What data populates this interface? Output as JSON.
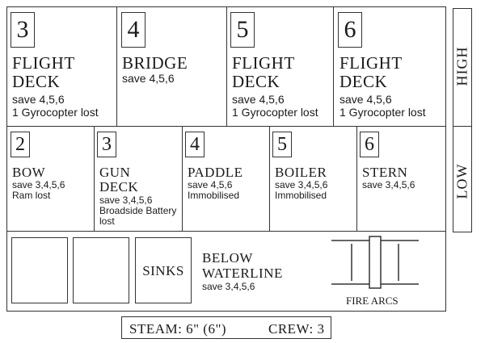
{
  "flight_deck_row": [
    {
      "number": "3",
      "title_line1": "FLIGHT",
      "title_line2": "DECK",
      "save": "save 4,5,6",
      "note": "1 Gyrocopter lost"
    },
    {
      "number": "4",
      "title_line1": "BRIDGE",
      "save": "save 4,5,6"
    },
    {
      "number": "5",
      "title_line1": "FLIGHT",
      "title_line2": "DECK",
      "save": "save 4,5,6",
      "note": "1 Gyrocopter lost"
    },
    {
      "number": "6",
      "title_line1": "FLIGHT",
      "title_line2": "DECK",
      "save": "save 4,5,6",
      "note": "1 Gyrocopter lost"
    }
  ],
  "hull_row": [
    {
      "number": "2",
      "title_line1": "BOW",
      "save": "save 3,4,5,6",
      "note": "Ram lost"
    },
    {
      "number": "3",
      "title_line1": "GUN",
      "title_line2": "DECK",
      "save": "save 3,4,5,6",
      "note": "Broadside Battery",
      "note2": "lost"
    },
    {
      "number": "4",
      "title_line1": "PADDLE",
      "save": "save 4,5,6",
      "note": "Immobilised"
    },
    {
      "number": "5",
      "title_line1": "BOILER",
      "save": "save 3,4,5,6",
      "note": "Immobilised"
    },
    {
      "number": "6",
      "title_line1": "STERN",
      "save": "save 3,4,5,6"
    }
  ],
  "waterline": {
    "sinks_label": "SINKS",
    "title_line1": "BELOW",
    "title_line2": "WATERLINE",
    "save": "save 3,4,5,6",
    "fire_arcs_label": "FIRE ARCS"
  },
  "side_bar": {
    "high": "HIGH",
    "low": "LOW"
  },
  "footer": {
    "steam": "STEAM: 6\" (6\")",
    "crew": "CREW: 3"
  }
}
